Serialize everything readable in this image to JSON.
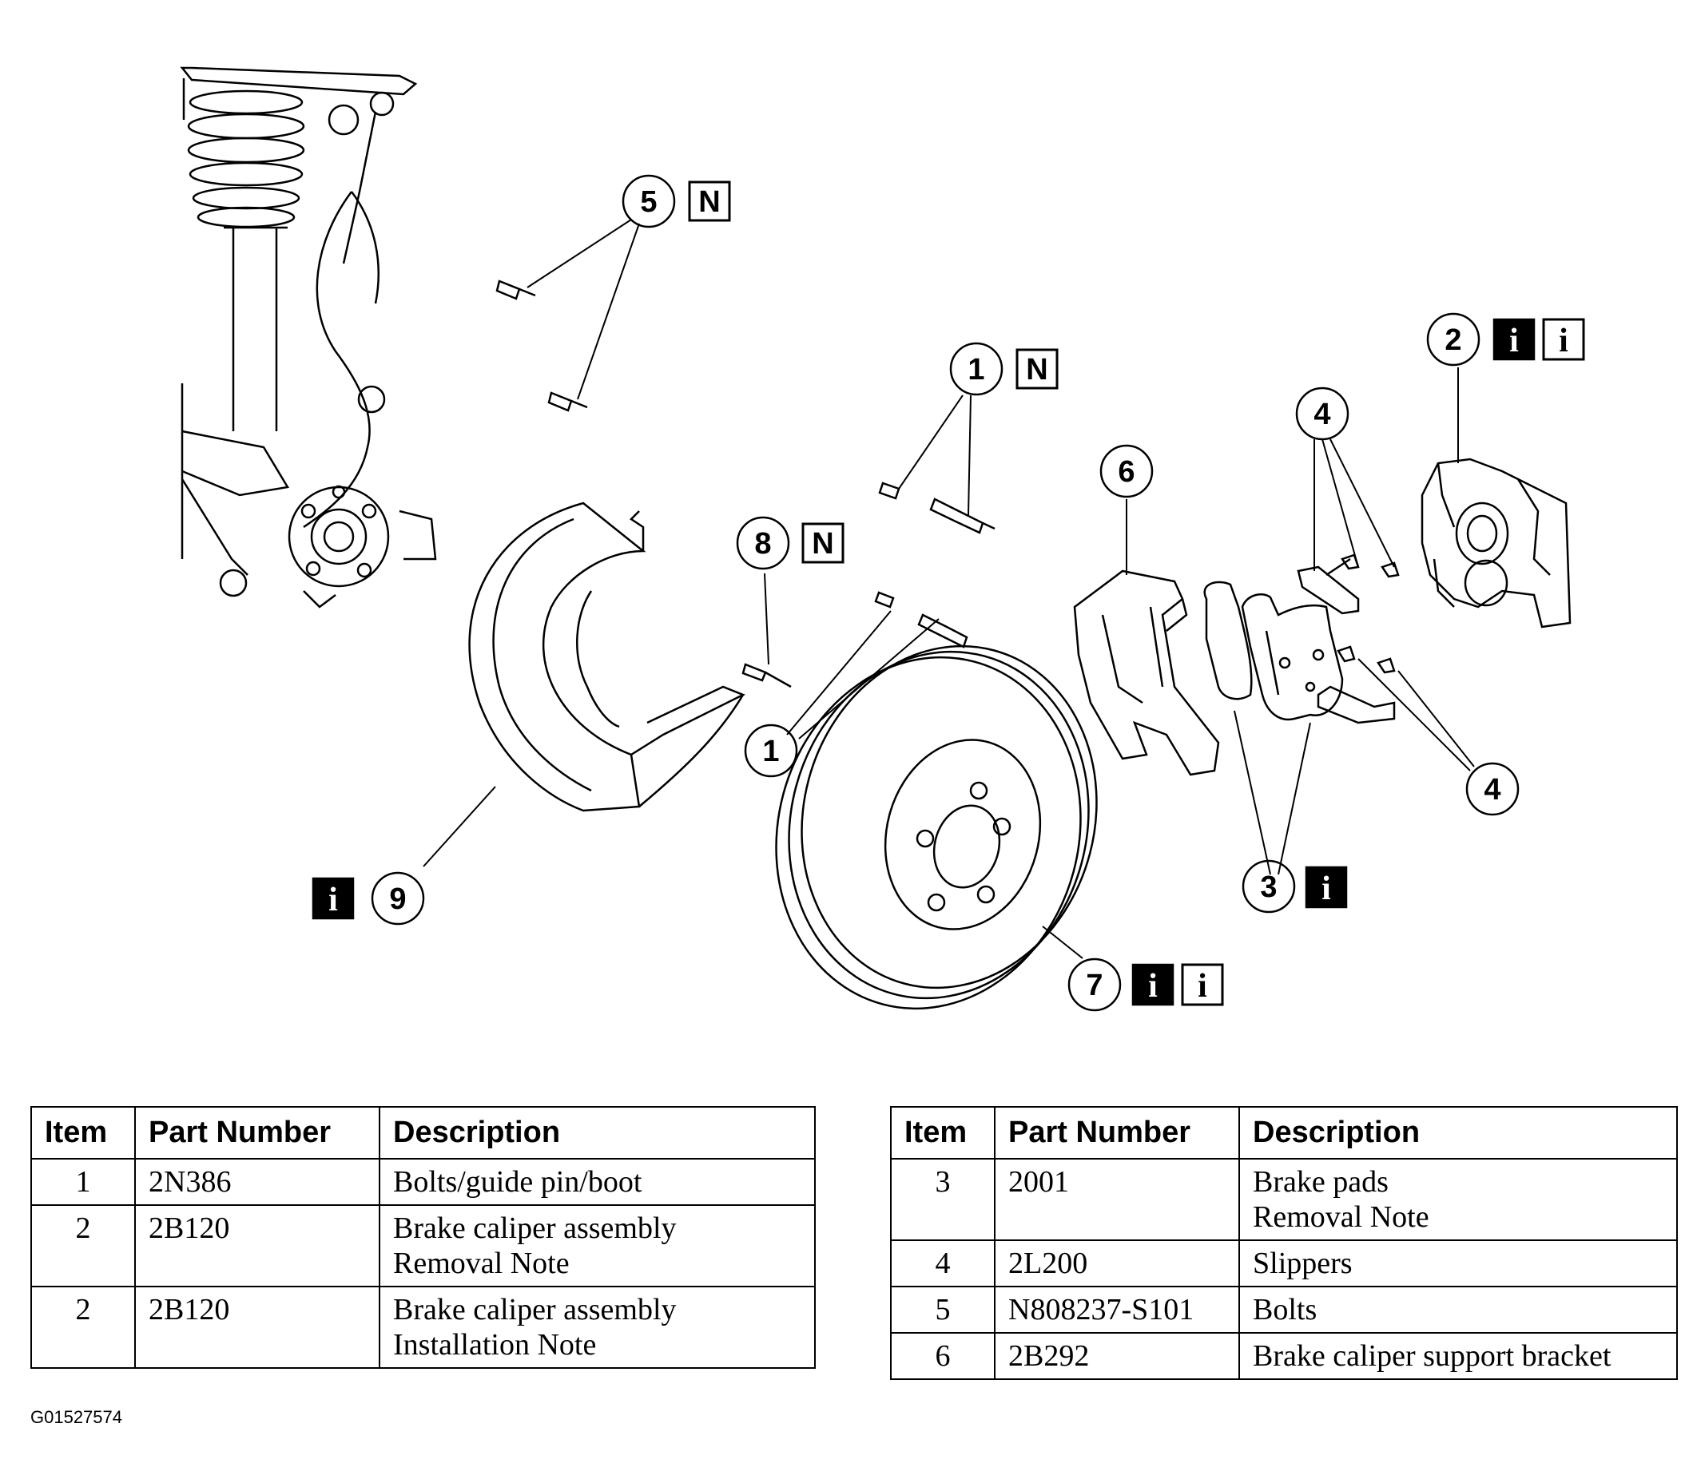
{
  "callouts": {
    "c5": "5",
    "c1_top": "1",
    "c2": "2",
    "c4_top": "4",
    "c6": "6",
    "c8": "8",
    "c1_mid": "1",
    "c9": "9",
    "c7": "7",
    "c3": "3",
    "c4_bot": "4"
  },
  "note_markers": {
    "n": "N",
    "i": "i"
  },
  "tables": {
    "headers": {
      "item": "Item",
      "part_number": "Part Number",
      "description": "Description"
    },
    "left_rows": [
      {
        "item": "1",
        "part_number": "2N386",
        "description": [
          "Bolts/guide pin/boot"
        ]
      },
      {
        "item": "2",
        "part_number": "2B120",
        "description": [
          "Brake caliper assembly",
          "Removal Note"
        ]
      },
      {
        "item": "2",
        "part_number": "2B120",
        "description": [
          "Brake caliper assembly",
          "Installation Note"
        ]
      }
    ],
    "right_rows": [
      {
        "item": "3",
        "part_number": "2001",
        "description": [
          "Brake pads",
          "Removal Note"
        ]
      },
      {
        "item": "4",
        "part_number": "2L200",
        "description": [
          "Slippers"
        ]
      },
      {
        "item": "5",
        "part_number": "N808237-S101",
        "description": [
          "Bolts"
        ]
      },
      {
        "item": "6",
        "part_number": "2B292",
        "description": [
          "Brake caliper support bracket"
        ]
      }
    ]
  },
  "figure_id": "G01527574"
}
